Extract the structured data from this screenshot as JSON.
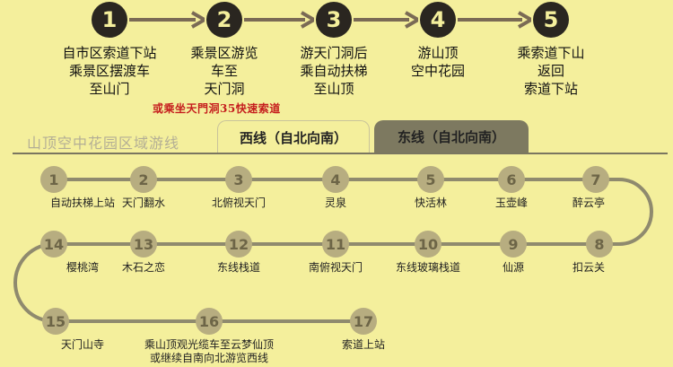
{
  "steps": [
    {
      "number": "1",
      "lines": [
        "自市区索道下站",
        "乘景区摆渡车",
        "至山门"
      ]
    },
    {
      "number": "2",
      "lines": [
        "乘景区游览",
        "车至",
        "天门洞"
      ]
    },
    {
      "number": "3",
      "lines": [
        "游天门洞后",
        "乘自动扶梯",
        "至山顶"
      ]
    },
    {
      "number": "4",
      "lines": [
        "游山顶",
        "空中花园"
      ]
    },
    {
      "number": "5",
      "lines": [
        "乘索道下山",
        "返回",
        "索道下站"
      ]
    }
  ],
  "handwritten_note": "或乘坐天門洞35快速索道",
  "section_title": "山顶空中花园区域游线",
  "tabs": [
    {
      "label": "西线（自北向南）",
      "active": false
    },
    {
      "label": "东线（自北向南）",
      "active": true
    }
  ],
  "stops": [
    {
      "number": "1",
      "label": [
        "自动扶梯上站"
      ]
    },
    {
      "number": "2",
      "label": [
        "天门翻水"
      ]
    },
    {
      "number": "3",
      "label": [
        "北俯视天门"
      ]
    },
    {
      "number": "4",
      "label": [
        "灵泉"
      ]
    },
    {
      "number": "5",
      "label": [
        "快活林"
      ]
    },
    {
      "number": "6",
      "label": [
        "玉壶峰"
      ]
    },
    {
      "number": "7",
      "label": [
        "醉云亭"
      ]
    },
    {
      "number": "8",
      "label": [
        "扣云关"
      ]
    },
    {
      "number": "9",
      "label": [
        "仙源"
      ]
    },
    {
      "number": "10",
      "label": [
        "东线玻璃栈道"
      ]
    },
    {
      "number": "11",
      "label": [
        "南俯视天门"
      ]
    },
    {
      "number": "12",
      "label": [
        "东线栈道"
      ]
    },
    {
      "number": "13",
      "label": [
        "木石之恋"
      ]
    },
    {
      "number": "14",
      "label": [
        "樱桃湾"
      ]
    },
    {
      "number": "15",
      "label": [
        "天门山寺"
      ]
    },
    {
      "number": "16",
      "label": [
        "乘山顶观光缆车至云梦仙顶",
        "或继续自南向北游览西线"
      ]
    },
    {
      "number": "17",
      "label": [
        "索道上站"
      ]
    }
  ]
}
